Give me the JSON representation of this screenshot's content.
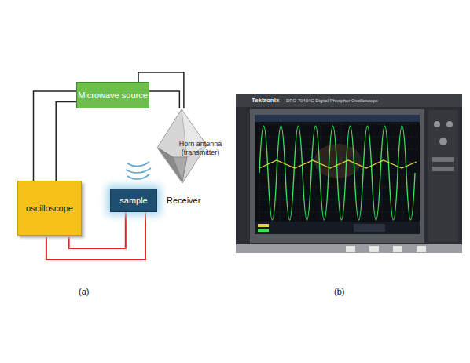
{
  "diagram": {
    "nodes": [
      {
        "text": [
          "Microwave source"
        ]
      },
      {
        "text": [
          "Horn antenna (transmitter)"
        ]
      },
      {
        "text": [
          "oscilloscope"
        ]
      },
      {
        "text": [
          "sample"
        ]
      }
    ],
    "edges": [
      {
        "from": 2,
        "to": 0,
        "arrow": "none"
      },
      {
        "from": 2,
        "to": 0,
        "arrow": "none"
      },
      {
        "from": 0,
        "to": 1,
        "arrow": "none"
      },
      {
        "from": 0,
        "to": 1,
        "arrow": "none"
      },
      {
        "from": 2,
        "to": 3,
        "arrow": "none"
      },
      {
        "from": 2,
        "to": 3,
        "arrow": "none"
      }
    ],
    "labels": [
      "Receiver",
      "(a)",
      "(b)",
      "Tektronix",
      "DPO 70404C Digital Phosphor Oscilloscope"
    ]
  }
}
